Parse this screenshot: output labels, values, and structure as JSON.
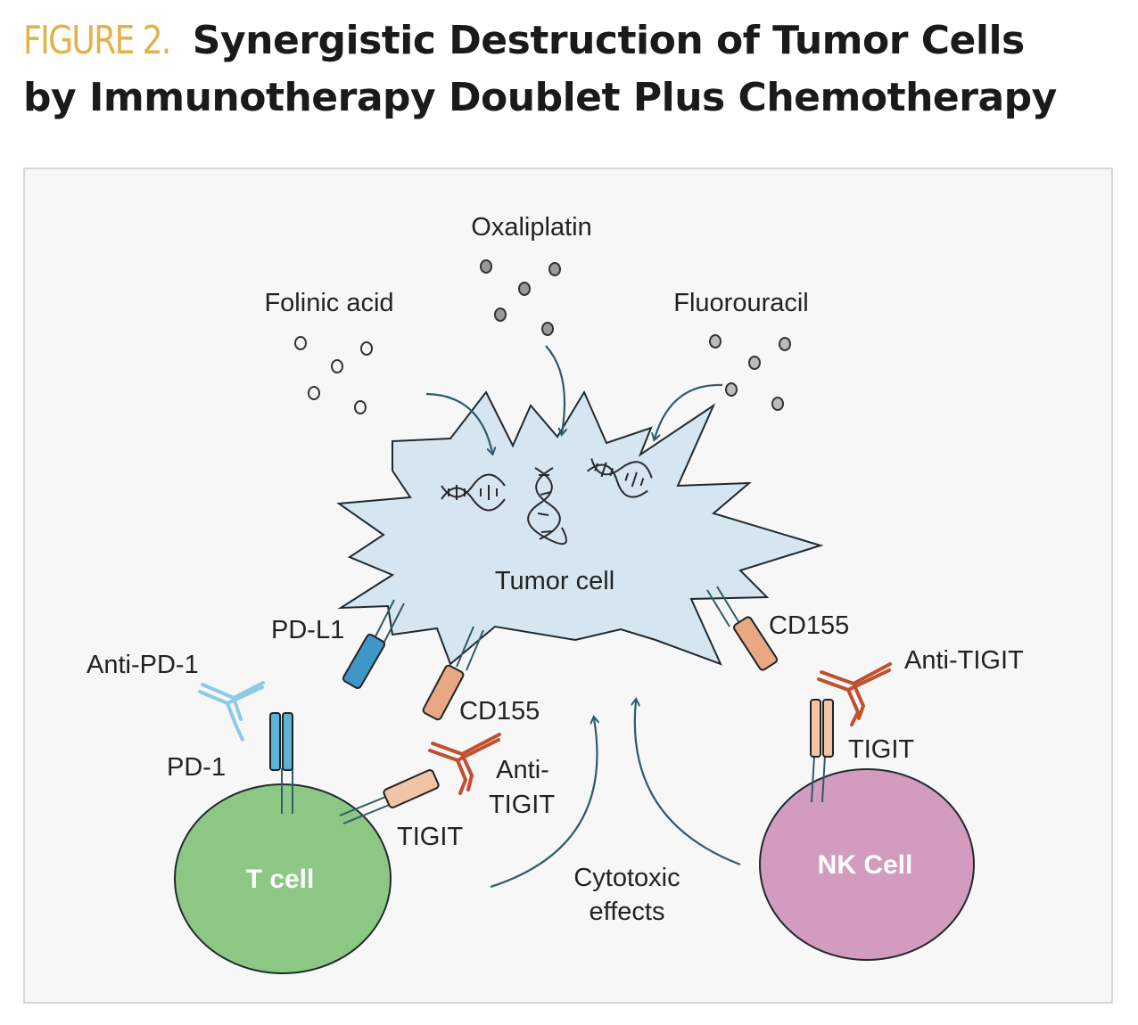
{
  "title": {
    "figure_label": "FIGURE 2.",
    "line1": "Synergistic Destruction of Tumor Cells",
    "line2": "by Immunotherapy Doublet Plus Chemotherapy"
  },
  "drugs": {
    "oxaliplatin": "Oxaliplatin",
    "folinic_acid": "Folinic acid",
    "fluorouracil": "Fluorouracil"
  },
  "cells": {
    "tumor": "Tumor cell",
    "t_cell": "T cell",
    "nk_cell": "NK Cell"
  },
  "labels": {
    "pd_l1": "PD-L1",
    "cd155_left": "CD155",
    "cd155_right": "CD155",
    "anti_pd_1": "Anti-PD-1",
    "pd_1": "PD-1",
    "anti_tigit_t_line1": "Anti-",
    "anti_tigit_t_line2": "TIGIT",
    "tigit_t": "TIGIT",
    "anti_tigit_nk": "Anti-TIGIT",
    "tigit_nk": "TIGIT",
    "cytotoxic_line1": "Cytotoxic",
    "cytotoxic_line2": "effects"
  },
  "colors": {
    "title_accent": "#e2b24a",
    "tumor_fill": "#d6e6f1",
    "t_cell_fill": "#8cc784",
    "nk_cell_fill": "#d39bbd",
    "pd_l1": "#3f97c8",
    "pd_1": "#5db3d6",
    "cd155": "#e8a883",
    "tigit": "#f0c5a6",
    "anti_tigit": "#c0502e",
    "anti_pd_1": "#8fcae4",
    "arrow": "#2e5b6b"
  }
}
